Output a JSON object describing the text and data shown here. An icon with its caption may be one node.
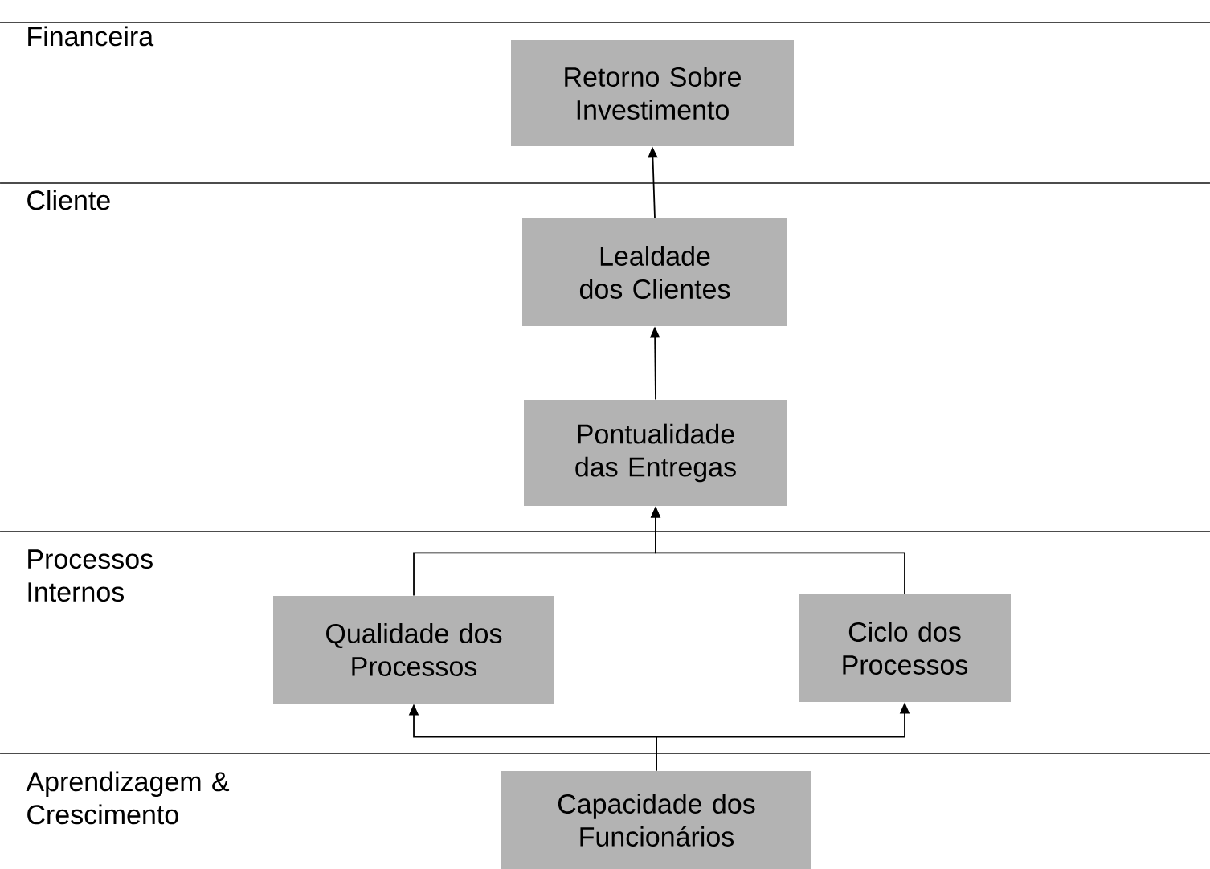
{
  "diagram": {
    "nodes": [
      {
        "text": [
          "Retorno Sobre Investimento"
        ]
      },
      {
        "text": [
          "Lealdade dos Clientes"
        ]
      },
      {
        "text": [
          "Pontualidade das Entregas"
        ]
      },
      {
        "text": [
          "Qualidade dos Processos"
        ]
      },
      {
        "text": [
          "Ciclo dos Processos"
        ]
      },
      {
        "text": [
          "Capacidade dos Funcionários"
        ]
      }
    ],
    "edges": [
      {
        "from": 1,
        "to": 0,
        "arrow": "to"
      },
      {
        "from": 2,
        "to": 1,
        "arrow": "to"
      },
      {
        "from": 3,
        "to": 2,
        "arrow": "to"
      },
      {
        "from": 4,
        "to": 2,
        "arrow": "to"
      },
      {
        "from": 5,
        "to": 3,
        "arrow": "to"
      },
      {
        "from": 5,
        "to": 4,
        "arrow": "to"
      }
    ],
    "labels": [
      "Financeira",
      "Cliente",
      "Processos Internos",
      "Aprendizagem & Crescimento"
    ]
  }
}
